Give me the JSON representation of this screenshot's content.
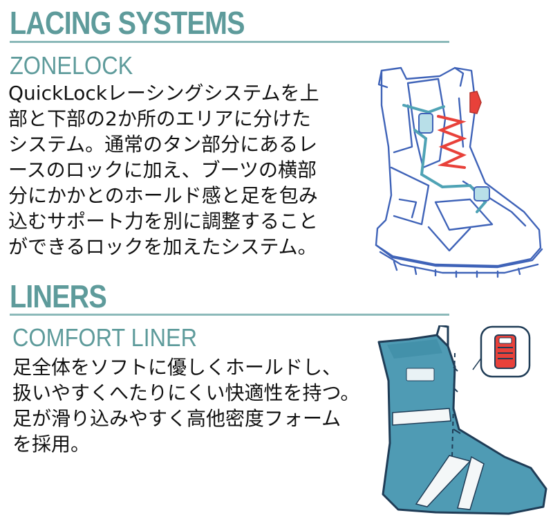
{
  "lacing": {
    "heading": "LACING SYSTEMS",
    "subheading": "ZONELOCK",
    "lines": [
      "QuickLockレーシングシステムを上",
      "部と下部の2か所のエリアに分けた",
      "システム。通常のタン部分にあるレ",
      "ースのロックに加え、ブーツの横部",
      "分にかかとのホールド感と足を包み",
      "込むサポート力を別に調整すること",
      "ができるロックを加えたシステム。"
    ]
  },
  "liners": {
    "heading": "LINERS",
    "subheading": "COMFORT LINER",
    "lines": [
      "足全体をソフトに優しくホールドし、",
      "扱いやすくへたりにくい快適性を持つ。",
      "足が滑り込みやすく高他密度フォーム",
      "を採用。"
    ]
  },
  "colors": {
    "heading": "#5e9b9b",
    "rule": "#8bb9b9",
    "boot_line": "#3f63b8",
    "lace_red": "#e8413a",
    "lace_teal": "#4fa3b5",
    "liner_fill": "#4f9bb4"
  },
  "icons": {
    "boot": "snowboard-boot-illustration",
    "liner": "comfort-liner-illustration",
    "tag": "liner-tag-badge-icon"
  }
}
